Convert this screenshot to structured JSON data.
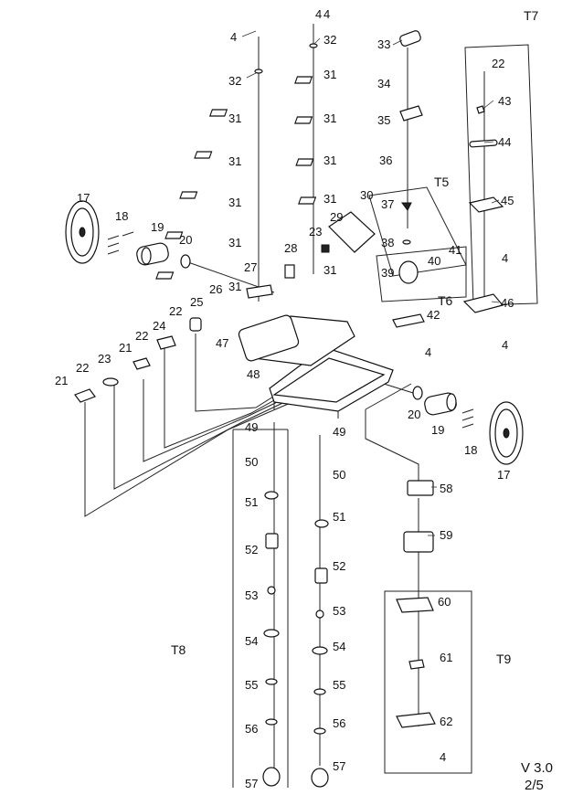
{
  "labels": {
    "p4a": "4",
    "p4b": "4",
    "p4c": "4",
    "p4d": "4",
    "p4e": "4",
    "p4f": "4",
    "p4g": "4",
    "p17a": "17",
    "p17b": "17",
    "p18a": "18",
    "p18b": "18",
    "p19a": "19",
    "p19b": "19",
    "p20a": "20",
    "p20b": "20",
    "p21a": "21",
    "p21b": "21",
    "p22a": "22",
    "p22b": "22",
    "p22c": "22",
    "p22d": "22",
    "p23a": "23",
    "p23b": "23",
    "p24": "24",
    "p25": "25",
    "p26": "26",
    "p27": "27",
    "p28": "28",
    "p29": "29",
    "p30": "30",
    "p31a": "31",
    "p31b": "31",
    "p31c": "31",
    "p31d": "31",
    "p31e": "31",
    "p31f": "31",
    "p31g": "31",
    "p31h": "31",
    "p31i": "31",
    "p31j": "31",
    "p32a": "32",
    "p32b": "32",
    "p33": "33",
    "p34": "34",
    "p35": "35",
    "p36": "36",
    "p37": "37",
    "p38": "38",
    "p39": "39",
    "p40": "40",
    "p41": "41",
    "p42": "42",
    "p43": "43",
    "p44": "44",
    "p45": "45",
    "p46": "46",
    "p47": "47",
    "p48": "48",
    "p49a": "49",
    "p49b": "49",
    "p50a": "50",
    "p50b": "50",
    "p51a": "51",
    "p51b": "51",
    "p52a": "52",
    "p52b": "52",
    "p53a": "53",
    "p53b": "53",
    "p54a": "54",
    "p54b": "54",
    "p55a": "55",
    "p55b": "55",
    "p56a": "56",
    "p56b": "56",
    "p57a": "57",
    "p57b": "57",
    "p58": "58",
    "p59": "59",
    "p60": "60",
    "p61": "61",
    "p62": "62"
  },
  "groups": {
    "t5": "T5",
    "t6": "T6",
    "t7": "T7",
    "t8": "T8",
    "t9": "T9"
  },
  "footer": {
    "version": "V 3.0",
    "page": "2/5"
  }
}
